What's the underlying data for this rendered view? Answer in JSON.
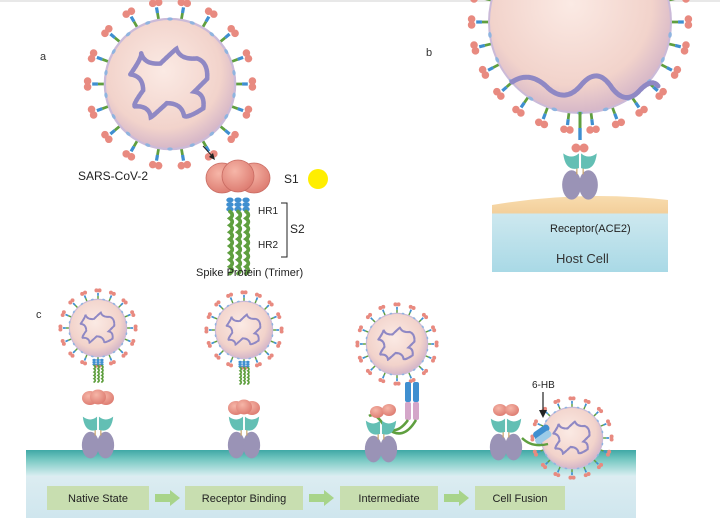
{
  "panels": {
    "a": {
      "letter": "a",
      "virus_label": "SARS-CoV-2",
      "s1_label": "S1",
      "s2_label": "S2",
      "hr1_label": "HR1",
      "hr2_label": "HR2",
      "spike_label": "Spike Protein (Trimer)"
    },
    "b": {
      "letter": "b",
      "receptor_label": "Receptor(ACE2)",
      "host_label": "Host Cell"
    },
    "c": {
      "letter": "c",
      "annotation_6hb": "6-HB",
      "steps": [
        "Native State",
        "Receptor Binding",
        "Intermediate",
        "Cell Fusion"
      ]
    }
  },
  "colors": {
    "virus_fill": "#f4d6cf",
    "virus_edge": "#c4b0d2",
    "rna": "#8f88c4",
    "s1_head": "#e88a80",
    "hr1_blue": "#3f8fd0",
    "hr2_green": "#5f9f3f",
    "ace2_teal": "#63bfb4",
    "ace2_purple": "#9a93b6",
    "membrane_top": "#f7d8a8",
    "host_fill": "#bfe4ee",
    "membrane_teal": "#58b8b2",
    "step_box": "#c8deb0",
    "arrow_green": "#a8d48a",
    "s1_dot": "#ffee00"
  }
}
